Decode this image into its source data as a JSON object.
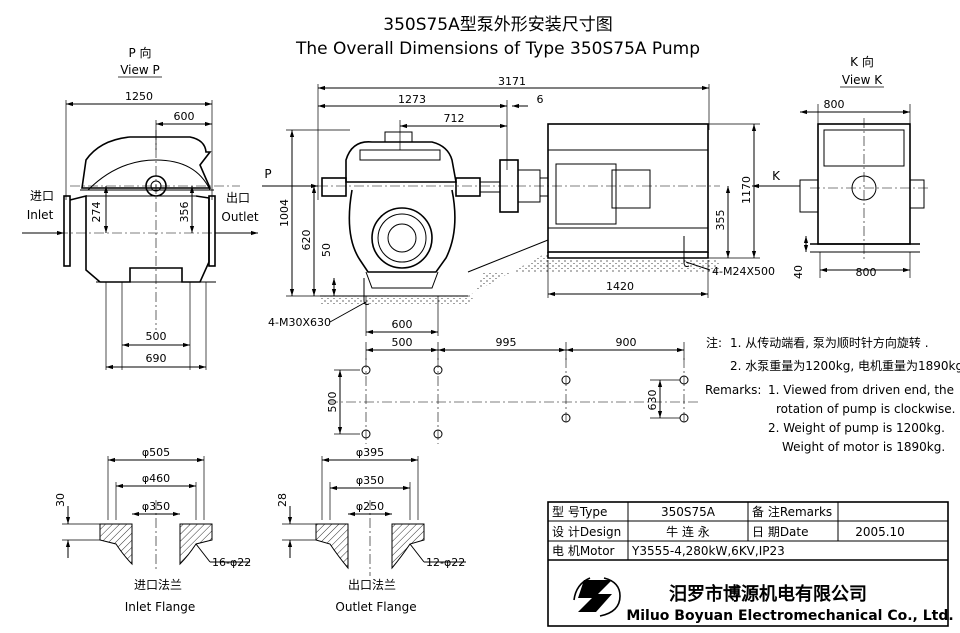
{
  "title": {
    "cn": "350S75A型泵外形安装尺寸图",
    "en": "The Overall Dimensions of Type 350S75A Pump"
  },
  "views": {
    "p": {
      "cn": "P 向",
      "en": "View P",
      "marker": "P"
    },
    "k": {
      "cn": "K 向",
      "en": "View K",
      "marker": "K"
    }
  },
  "ports": {
    "inlet": {
      "cn": "进口",
      "en": "Inlet"
    },
    "outlet": {
      "cn": "出口",
      "en": "Outlet"
    }
  },
  "dimensions": {
    "p_width": "1250",
    "p_half": "600",
    "p_h274": "274",
    "p_h356": "356",
    "p_base500": "500",
    "p_base690": "690",
    "overall": "3171",
    "d1273": "1273",
    "gap6": "6",
    "d712": "712",
    "h1004": "1004",
    "h620": "620",
    "h50": "50",
    "h355": "355",
    "h1170": "1170",
    "motor1420": "1420",
    "k800top": "800",
    "k800bot": "800",
    "k40": "40",
    "bolt_pump": "4-M30X630",
    "bolt_motor": "4-M24X500",
    "d600": "600",
    "f500": "500",
    "f995": "995",
    "f900": "900",
    "f500v": "500",
    "f630": "630"
  },
  "flanges": {
    "inlet": {
      "d1": "φ505",
      "d2": "φ460",
      "d3": "φ350",
      "thick": "30",
      "holes": "16-φ22",
      "cn": "进口法兰",
      "en": "Inlet Flange"
    },
    "outlet": {
      "d1": "φ395",
      "d2": "φ350",
      "d3": "φ250",
      "thick": "28",
      "holes": "12-φ22",
      "cn": "出口法兰",
      "en": "Outlet Flange"
    }
  },
  "notes": {
    "cn_head": "注:",
    "cn_1": "1. 从传动端看, 泵为顺时针方向旋转 .",
    "cn_2": "2. 水泵重量为1200kg, 电机重量为1890kg.",
    "en_head": "Remarks:",
    "en_1a": "1. Viewed from driven end, the",
    "en_1b": "rotation of pump is  clockwise.",
    "en_2a": "2. Weight of pump is 1200kg.",
    "en_2b": "Weight of motor is 1890kg."
  },
  "title_block": {
    "type_label": "型 号Type",
    "type_value": "350S75A",
    "remarks_label": "备 注Remarks",
    "remarks_value": "",
    "design_label": "设 计Design",
    "design_value": "牛 连 永",
    "date_label": "日 期Date",
    "date_value": "2005.10",
    "motor_label": "电 机Motor",
    "motor_value": "Y3555-4,280kW,6KV,IP23",
    "company_cn": "汨罗市博源机电有限公司",
    "company_en": "Miluo Boyuan Electromechanical Co., Ltd."
  }
}
